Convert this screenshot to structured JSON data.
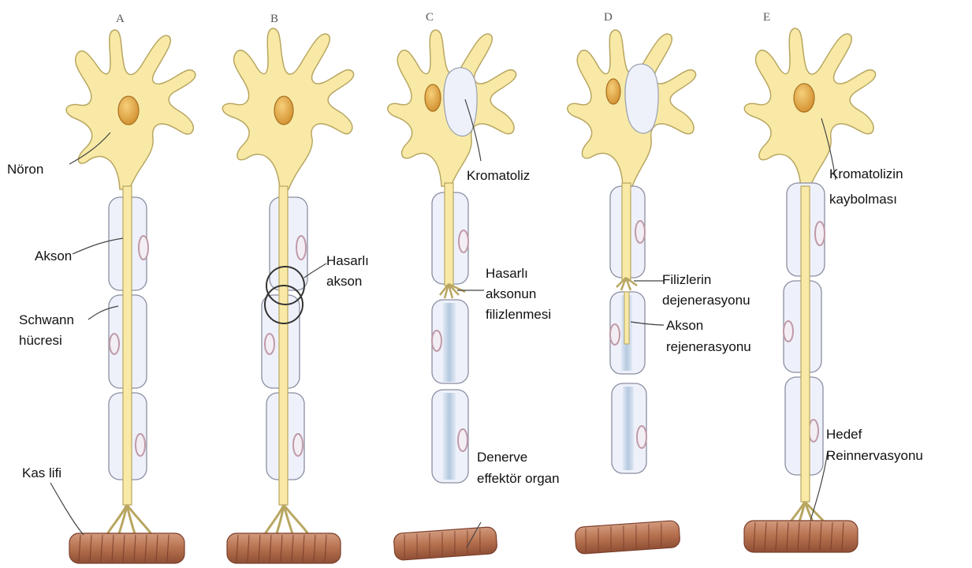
{
  "panels": {
    "A": {
      "letter": "A",
      "labels": {
        "neuron": "Nöron",
        "axon": "Akson",
        "schwann": [
          "Schwann",
          "hücresi"
        ],
        "muscle": "Kas lifi"
      }
    },
    "B": {
      "letter": "B",
      "labels": {
        "damaged_axon": [
          "Hasarlı",
          "akson"
        ]
      }
    },
    "C": {
      "letter": "C",
      "labels": {
        "chromatolysis": "Kromatoliz",
        "sprouting": [
          "Hasarlı",
          "aksonun",
          "filizlenmesi"
        ],
        "denervated": [
          "Denerve",
          "effektör organ"
        ]
      }
    },
    "D": {
      "letter": "D",
      "labels": {
        "sprout_degeneration": [
          "Filizlerin",
          "dejenerasyonu"
        ],
        "regeneration": [
          "Akson",
          "rejenerasyonu"
        ]
      }
    },
    "E": {
      "letter": "E",
      "labels": {
        "chromatolysis_loss": [
          "Kromatolizin",
          "kaybolması"
        ],
        "reinnervation": [
          "Hedef",
          "Reinnervasyonu"
        ]
      }
    }
  },
  "colors": {
    "cytoplasm": "#f8eaa6",
    "cytoplasm_edge": "#b8a661",
    "nucleus": "#e0a23c",
    "schwann_fill": "#eef1fa",
    "schwann_edge": "#8a8ea0",
    "schwann_nucleus": "#c09aa8",
    "degenerating": "#bcd0e6",
    "muscle": "#b9785a",
    "muscle_stripe": "#7a3e2b",
    "leader": "#444444"
  }
}
